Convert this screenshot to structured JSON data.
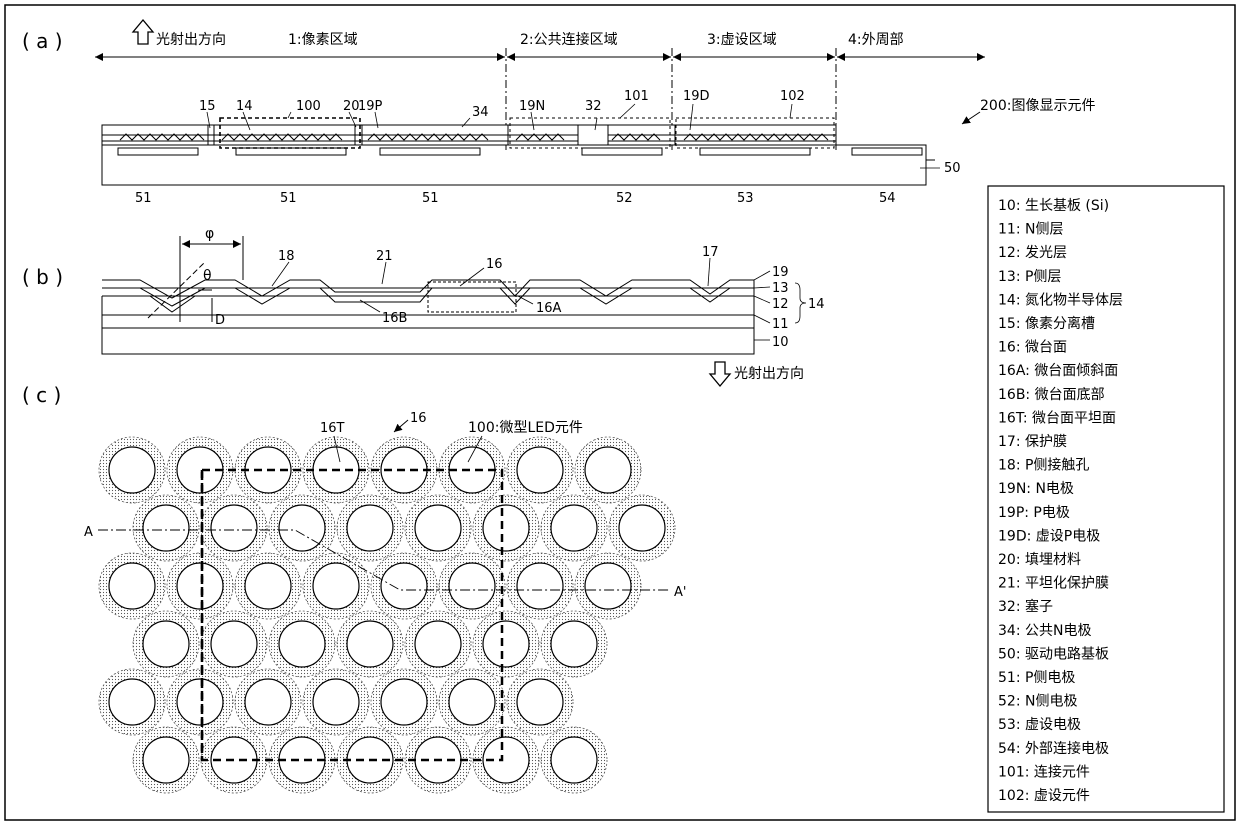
{
  "panels": {
    "a": "( a )",
    "b": "( b )",
    "c": "( c )"
  },
  "a": {
    "light_direction": "光射出方向",
    "zones": [
      "1:像素区域",
      "2:公共连接区域",
      "3:虚设区域",
      "4:外周部"
    ],
    "device_label": "200:图像显示元件",
    "top_labels": {
      "15": "15",
      "14": "14",
      "100": "100",
      "20": "20",
      "19P": "19P",
      "34": "34",
      "19N": "19N",
      "32": "32",
      "101": "101",
      "19D": "19D",
      "102": "102"
    },
    "substrate_label": "50",
    "bottom_labels": [
      "51",
      "51",
      "51",
      "52",
      "53",
      "54"
    ]
  },
  "b": {
    "phi": "φ",
    "theta": "θ",
    "labels": {
      "18": "18",
      "21": "21",
      "16": "16",
      "17": "17",
      "16A": "16A",
      "16B": "16B",
      "D": "D"
    },
    "right_labels": [
      "19",
      "13",
      "12",
      "11",
      "10"
    ],
    "group_label": "14",
    "light_direction": "光射出方向"
  },
  "c": {
    "labels": {
      "16T": "16T",
      "16": "16",
      "100": "100:微型LED元件",
      "A": "A",
      "A_prime": "A'"
    },
    "rows": [
      8,
      8,
      8,
      7,
      7,
      7
    ]
  },
  "legend": [
    "10: 生长基板 (Si)",
    "11: N侧层",
    "12: 发光层",
    "13: P侧层",
    "14: 氮化物半导体层",
    "15: 像素分离槽",
    "16: 微台面",
    "16A: 微台面倾斜面",
    "16B: 微台面底部",
    "16T: 微台面平坦面",
    "17: 保护膜",
    "18: P侧接触孔",
    "19N: N电极",
    "19P: P电极",
    "19D: 虚设P电极",
    "20: 填埋材料",
    "21: 平坦化保护膜",
    "32: 塞子",
    "34: 公共N电极",
    "50: 驱动电路基板",
    "51: P侧电极",
    "52: N侧电极",
    "53: 虚设电极",
    "54: 外部连接电极",
    "101: 连接元件",
    "102: 虚设元件"
  ]
}
